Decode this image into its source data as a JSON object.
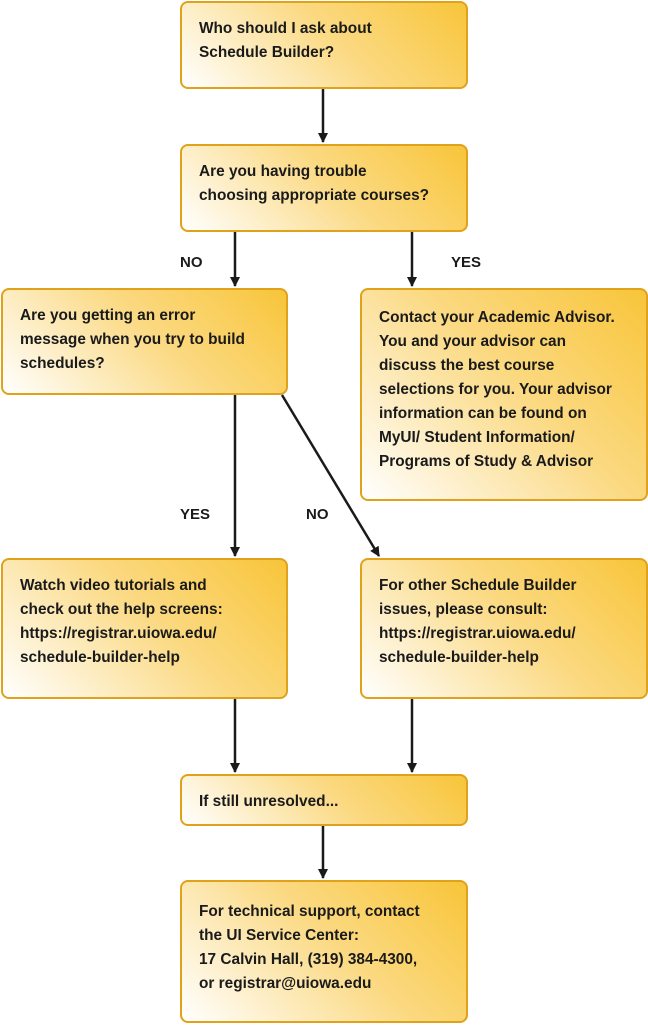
{
  "nodes": {
    "n1": "Who should I ask about\nSchedule Builder?",
    "n2": "Are you having trouble\nchoosing appropriate courses?",
    "n3": "Are you getting an error\nmessage when you try to build\nschedules?",
    "n4": "Contact your Academic Advisor.\nYou and your advisor can\ndiscuss the best course\nselections for you. Your advisor\ninformation can be found on\nMyUI/ Student Information/\nPrograms of Study & Advisor",
    "n5": "Watch video tutorials and\ncheck out the help screens:\nhttps://registrar.uiowa.edu/\nschedule-builder-help",
    "n6": "For other Schedule Builder\nissues, please consult:\nhttps://registrar.uiowa.edu/\nschedule-builder-help",
    "n7": "If still unresolved...",
    "n8": "For technical support, contact\nthe UI Service Center:\n17 Calvin Hall, (319) 384-4300,\nor registrar@uiowa.edu"
  },
  "labels": {
    "no_1": "NO",
    "yes_1": "YES",
    "yes_2": "YES",
    "no_2": "NO"
  },
  "colors": {
    "box_border": "#e0a21b",
    "box_fill_dark": "#f8c53a",
    "box_fill_light": "#ffffff",
    "arrow": "#1a1a1a"
  }
}
